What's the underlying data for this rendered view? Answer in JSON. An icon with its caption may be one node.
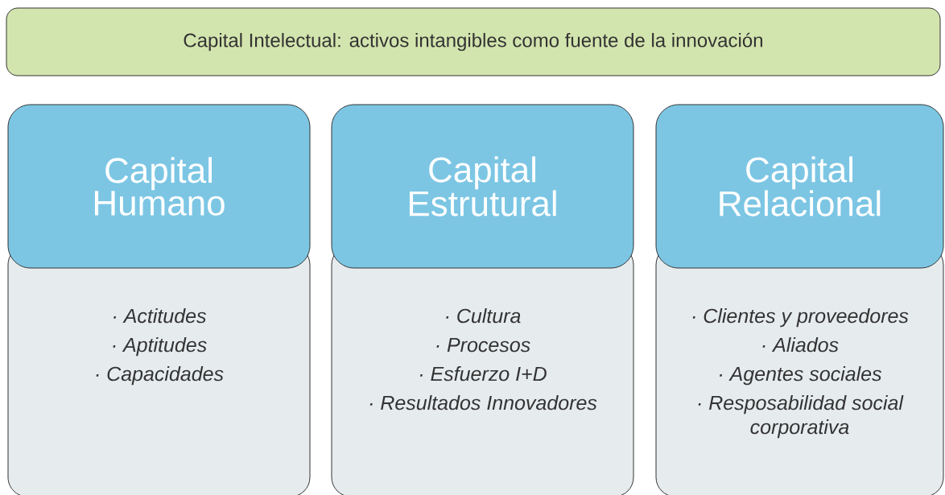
{
  "diagram": {
    "nodes": [
      {
        "text": [
          "Capital Intelectual: activos intangibles como fuente de la innovación"
        ]
      },
      {
        "text": [
          "Capital Humano"
        ]
      },
      {
        "text": [
          "· Actitudes",
          "· Aptitudes",
          "· Capacidades"
        ]
      },
      {
        "text": [
          "Capital Estrutural"
        ]
      },
      {
        "text": [
          "· Cultura",
          "· Procesos",
          "· Esfuerzo I+D",
          "· Resultados Innovadores"
        ]
      },
      {
        "text": [
          "Capital Relacional"
        ]
      },
      {
        "text": [
          "· Clientes y proveedores",
          "· Aliados",
          "· Agentes sociales",
          "· Resposabilidad social corporativa"
        ]
      }
    ]
  }
}
